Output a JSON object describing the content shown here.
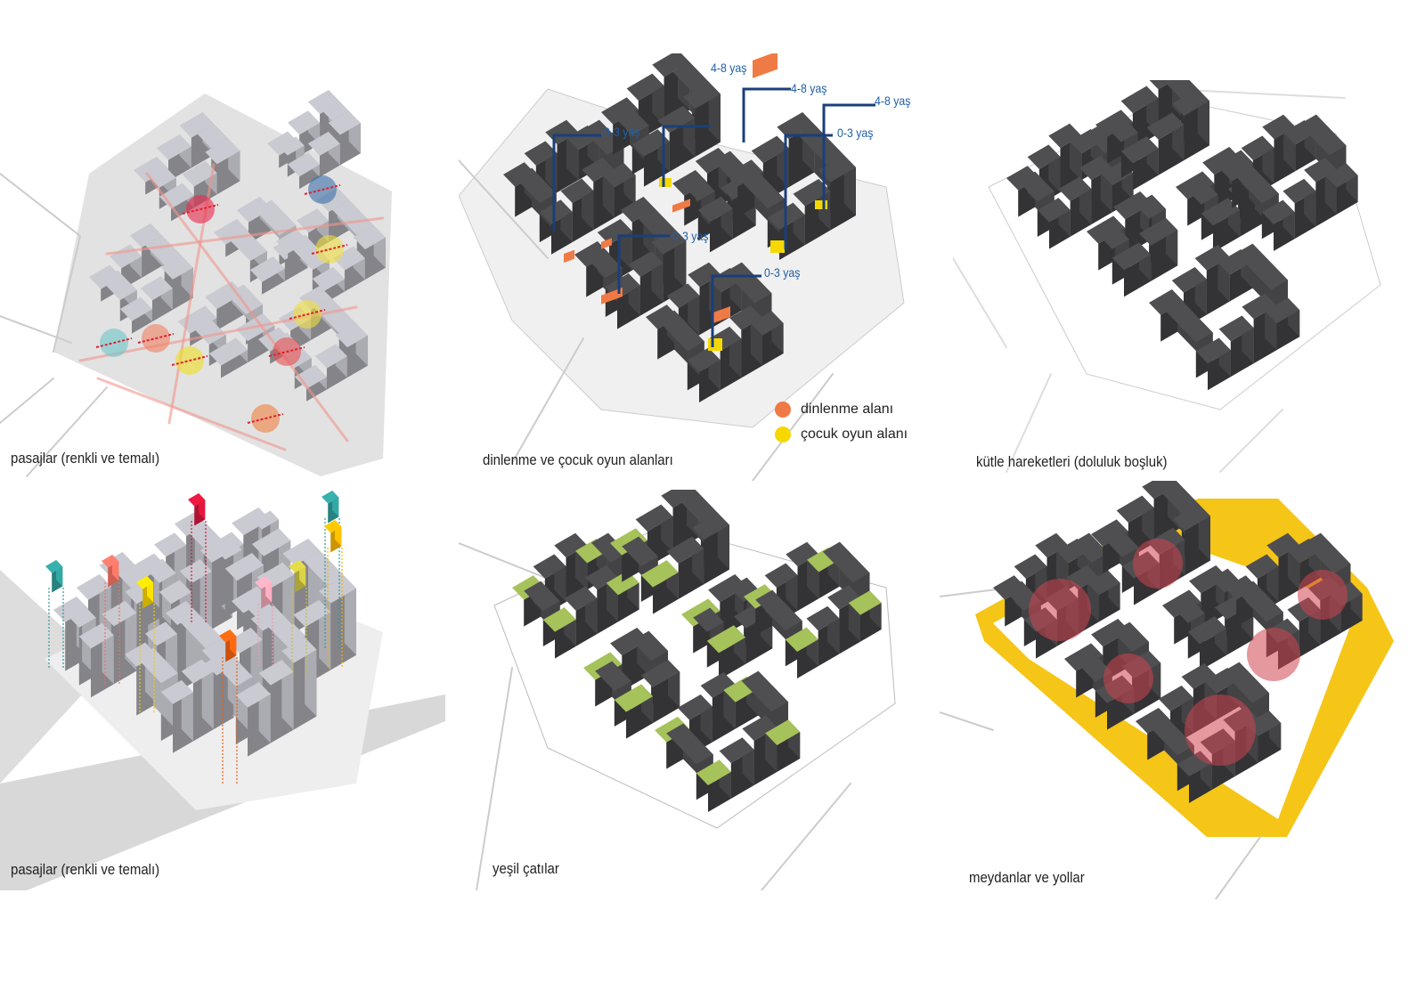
{
  "panels": [
    {
      "caption": "pasajlar (renkli ve temalı)"
    },
    {
      "caption": "dinlenme ve çocuk oyun alanları"
    },
    {
      "caption": "kütle hareketleri (doluluk boşluk)"
    },
    {
      "caption": "pasajlar (renkli ve temalı)"
    },
    {
      "caption": "yeşil çatılar"
    },
    {
      "caption": "meydanlar ve yollar"
    }
  ],
  "age_labels": [
    "4-8 yaş",
    "4-8 yaş",
    "4-8 yaş",
    "0-3 yaş",
    "0-3 yaş",
    "0-3 yaş",
    "0-3 yaş"
  ],
  "legend": [
    {
      "label": "dinlenme alanı",
      "color": "#f07a45"
    },
    {
      "label": "çocuk oyun alanı",
      "color": "#f5d800"
    }
  ],
  "colors": {
    "building_dark": "#3d3d3f",
    "building_light": "#9c9ca2",
    "ground": "#e4e4e4",
    "leader_line": "#1a3f7a",
    "roof_green": "#a6c25a",
    "square_yellow": "#f5c518",
    "circle_red": "#d0434f"
  }
}
